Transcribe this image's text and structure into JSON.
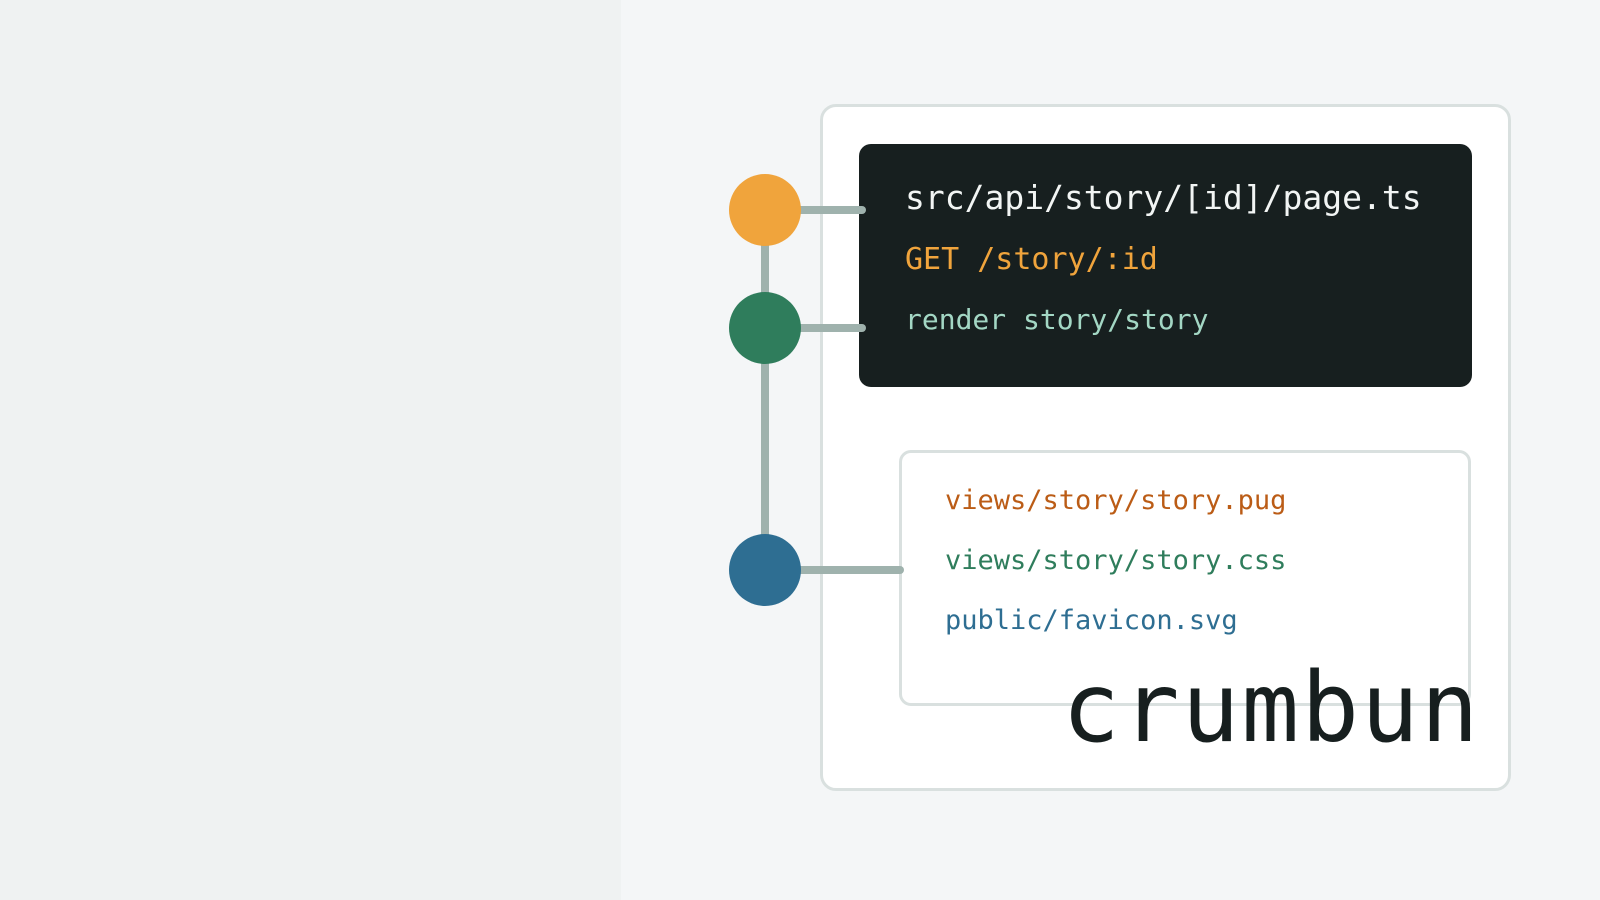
{
  "route": {
    "path": "src/api/story/[id]/page.ts",
    "method": "GET /story/:id",
    "render": "render story/story"
  },
  "files": [
    {
      "name": "views/story/story.pug",
      "color": "#bb5c16"
    },
    {
      "name": "views/story/story.css",
      "color": "#2f7d5c"
    },
    {
      "name": "public/favicon.svg",
      "color": "#2e6e92"
    }
  ],
  "brand": "crumbun",
  "nodes": [
    {
      "name": "route-node",
      "color": "#f0a43c"
    },
    {
      "name": "render-node",
      "color": "#2f7d5c"
    },
    {
      "name": "files-node",
      "color": "#2e6e92"
    }
  ],
  "colors": {
    "background": "#f4f6f7",
    "left_panel": "#eff2f2",
    "card": "#ffffff",
    "code_background": "#171f1f",
    "connector": "#9fb2ad",
    "border": "#d9e0df"
  }
}
